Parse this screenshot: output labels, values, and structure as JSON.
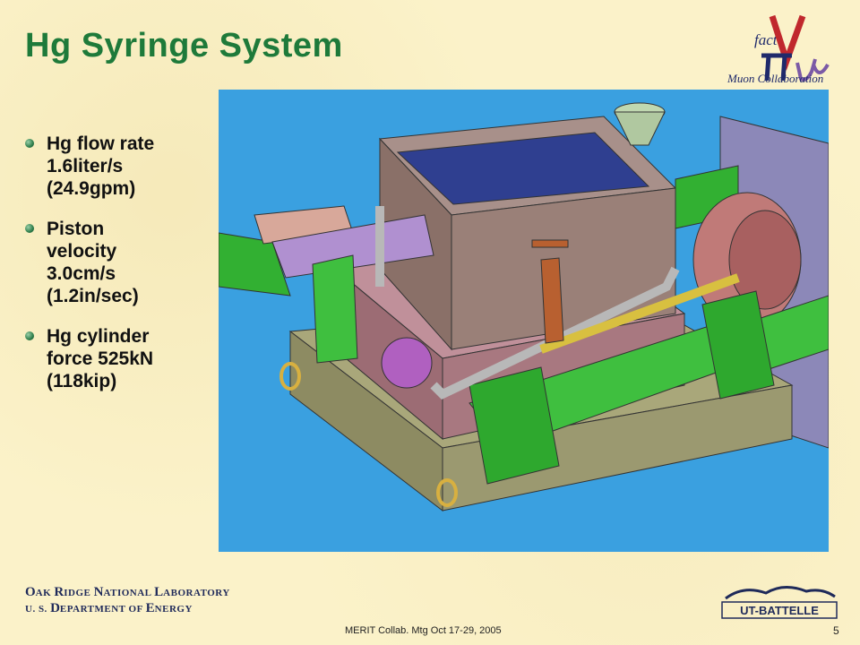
{
  "slide": {
    "title": "Hg Syringe System",
    "bullets": [
      {
        "text": "Hg flow rate\n1.6liter/s\n(24.9gpm)"
      },
      {
        "text": "Piston\nvelocity\n3.0cm/s\n(1.2in/sec)"
      },
      {
        "text": "Hg cylinder\nforce 525kN\n(118kip)"
      }
    ]
  },
  "logo": {
    "fact": "fact",
    "caption": "Muon Collaboration",
    "icon": "neutrino-factory-logo"
  },
  "footer": {
    "org_line1": [
      {
        "cap": "O",
        "rest": "AK "
      },
      {
        "cap": "R",
        "rest": "IDGE "
      },
      {
        "cap": "N",
        "rest": "ATIONAL "
      },
      {
        "cap": "L",
        "rest": "ABORATORY"
      }
    ],
    "org_line2": [
      {
        "cap": "U. S. ",
        "rest": ""
      },
      {
        "cap": "D",
        "rest": "EPARTMENT OF "
      },
      {
        "cap": "E",
        "rest": "NERGY"
      }
    ],
    "meeting": "MERIT Collab. Mtg Oct 17-29, 2005",
    "page": "5",
    "ut_battelle": "UT-BATTELLE"
  },
  "figure": {
    "description_icon": "cad-syringe-assembly-image"
  },
  "colors": {
    "title_green": "#1e7a3a",
    "background": "#fbf2c9",
    "figure_bg": "#3aa0e0"
  }
}
